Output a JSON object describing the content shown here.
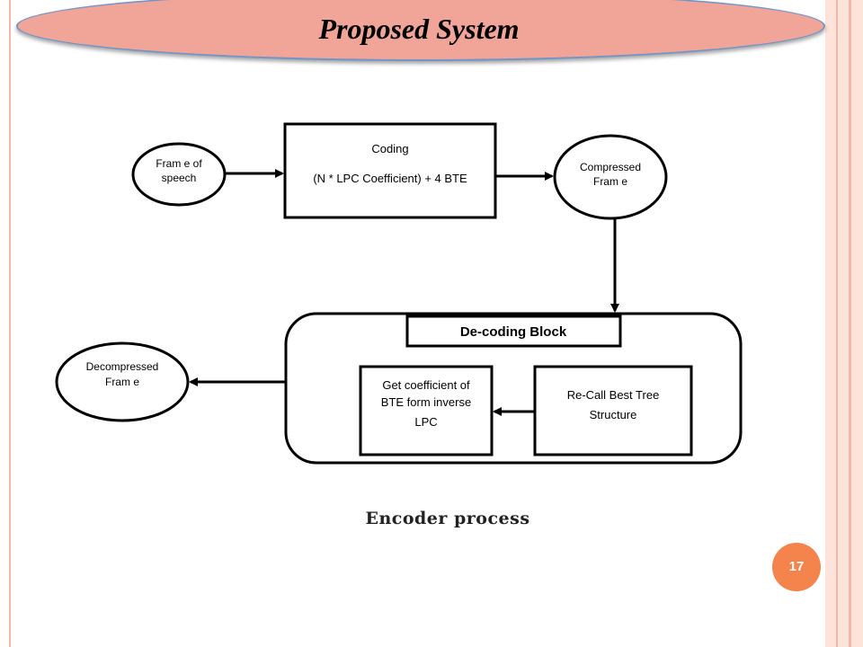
{
  "slide": {
    "title": "Proposed System",
    "caption": "Encoder process",
    "page_number": "17"
  },
  "diagram": {
    "frame_of_speech": [
      "Fram e of",
      "speech"
    ],
    "coding_title": "Coding",
    "coding_formula": "(N * LPC Coefficient) + 4 BTE",
    "compressed_frame": [
      "Compressed",
      "Fram e"
    ],
    "decoding_block_title": "De-coding Block",
    "recall_box": [
      "Re-Call Best Tree",
      "Structure"
    ],
    "coefficient_box": [
      "Get coefficient of",
      "BTE form inverse",
      "LPC"
    ],
    "decompressed_frame": [
      "Decompressed",
      "Fram e"
    ]
  },
  "colors": {
    "title_fill": "#f0a598",
    "title_border": "#6f95c9",
    "badge": "#f4844c",
    "frame_accent": "#f2b7a6"
  }
}
